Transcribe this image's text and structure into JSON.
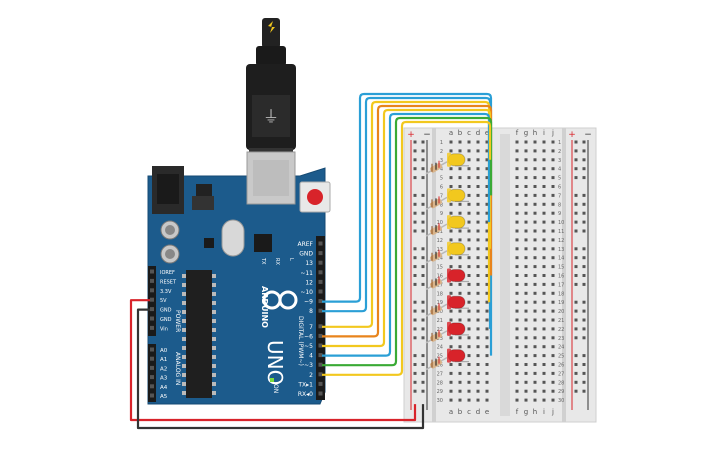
{
  "board": {
    "brand": "ARDUINO",
    "model": "UNO",
    "on_label": "ON",
    "digital_label": "DIGITAL (PWM~)",
    "analog_label": "ANALOG IN",
    "power_label": "POWER",
    "tx_label": "TX",
    "rx_label": "RX",
    "l_label": "L",
    "reset_label": "RESET",
    "color": "#1c5b8c"
  },
  "digital_pins": [
    "AREF",
    "GND",
    "13",
    "~11",
    "12",
    "~10",
    "~9",
    "8",
    "7",
    "~6",
    "~5",
    "4",
    "~3",
    "2",
    "TX▸1",
    "RX◂0"
  ],
  "power_pins": [
    "IOREF",
    "RESET",
    "3.3V",
    "5V",
    "GND",
    "GND",
    "Vin"
  ],
  "analog_pins": [
    "A0",
    "A1",
    "A2",
    "A3",
    "A4",
    "A5"
  ],
  "breadboard": {
    "cols_left": [
      "a",
      "b",
      "c",
      "d",
      "e"
    ],
    "cols_right": [
      "f",
      "g",
      "h",
      "i",
      "j"
    ],
    "rows": [
      "1",
      "2",
      "3",
      "4",
      "5",
      "6",
      "7",
      "8",
      "9",
      "10",
      "11",
      "12",
      "13",
      "14",
      "15",
      "16",
      "17",
      "18",
      "19",
      "20",
      "21",
      "22",
      "23",
      "24",
      "25",
      "26",
      "27",
      "28",
      "29",
      "30"
    ],
    "plus": "+",
    "minus": "−"
  },
  "leds": [
    {
      "color": "#f2c81e",
      "row": 3
    },
    {
      "color": "#f2c81e",
      "row": 7
    },
    {
      "color": "#f2c81e",
      "row": 10
    },
    {
      "color": "#f2c81e",
      "row": 13
    },
    {
      "color": "#d8232a",
      "row": 16
    },
    {
      "color": "#d8232a",
      "row": 19
    },
    {
      "color": "#d8232a",
      "row": 22
    },
    {
      "color": "#d8232a",
      "row": 25
    }
  ],
  "wires": [
    {
      "pin": "~9",
      "color": "#2a9fd6",
      "row": 25
    },
    {
      "pin": "8",
      "color": "#2a9fd6",
      "row": 22
    },
    {
      "pin": "7",
      "color": "#f2c81e",
      "row": 19
    },
    {
      "pin": "~6",
      "color": "#e8841c",
      "row": 16
    },
    {
      "pin": "~5",
      "color": "#f2c81e",
      "row": 13
    },
    {
      "pin": "4",
      "color": "#2a9fd6",
      "row": 10
    },
    {
      "pin": "~3",
      "color": "#3aaa35",
      "row": 7
    },
    {
      "pin": "2",
      "color": "#f2c81e",
      "row": 3
    }
  ],
  "power_wires": [
    {
      "from": "5V",
      "color": "#d8232a"
    },
    {
      "from": "GND",
      "color": "#333333"
    }
  ]
}
